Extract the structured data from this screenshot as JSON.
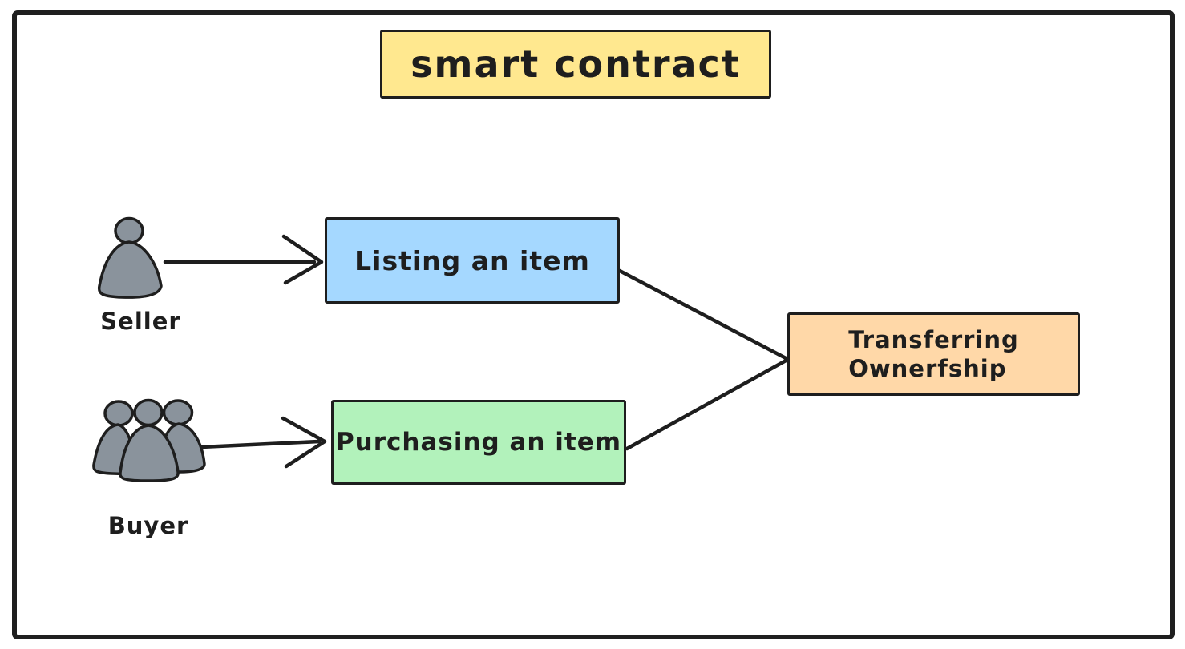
{
  "diagram": {
    "title": "smart contract",
    "actors": {
      "seller": {
        "label": "Seller",
        "icon": "person-icon"
      },
      "buyer": {
        "label": "Buyer",
        "icon": "people-group-icon"
      }
    },
    "nodes": {
      "listing": {
        "label": "Listing an item"
      },
      "purchasing": {
        "label": "Purchasing an item"
      },
      "transfer": {
        "lines": [
          "Transferring",
          "Ownerfship"
        ]
      }
    },
    "edges": [
      {
        "from": "seller",
        "to": "listing",
        "type": "arrow"
      },
      {
        "from": "buyer",
        "to": "purchasing",
        "type": "arrow"
      },
      {
        "from": "listing",
        "to": "transfer",
        "type": "line"
      },
      {
        "from": "purchasing",
        "to": "transfer",
        "type": "line"
      }
    ],
    "colors": {
      "ink": "#1e1e1e",
      "frame": "#1f1f1f",
      "title_fill": "#ffe88f",
      "listing_fill": "#a5d8ff",
      "purchasing_fill": "#b2f2bb",
      "transfer_fill": "#ffd8a8",
      "actor_fill": "#8a939c"
    }
  }
}
